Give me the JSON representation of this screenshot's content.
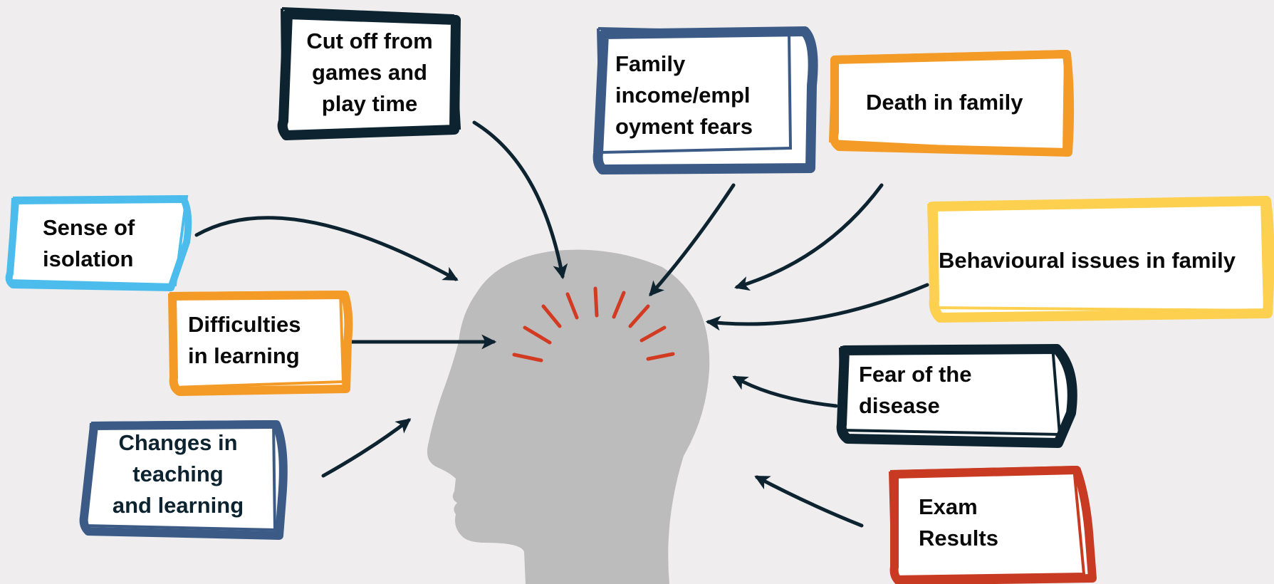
{
  "colors": {
    "background": "#efedee",
    "head": "#bcbcbc",
    "arrow": "#0d2430",
    "stress_lines": "#d23a22",
    "navy": "#0d2430",
    "blue": "#3b5b86",
    "orange": "#f49b27",
    "light_blue": "#4cbcec",
    "yellow": "#fdd04f",
    "red": "#c83a22"
  },
  "head": {
    "icon": "human-head-silhouette-icon"
  },
  "boxes": [
    {
      "id": "cut-off",
      "lines": [
        "Cut off from",
        "games and",
        "play time"
      ],
      "color": "navy"
    },
    {
      "id": "family-income",
      "lines": [
        "Family",
        "income/empl",
        "oyment fears"
      ],
      "color": "blue"
    },
    {
      "id": "death",
      "lines": [
        "Death in family"
      ],
      "color": "orange"
    },
    {
      "id": "isolation",
      "lines": [
        "Sense of",
        "isolation"
      ],
      "color": "light_blue"
    },
    {
      "id": "behavioural",
      "lines": [
        "Behavioural issues in family"
      ],
      "color": "yellow"
    },
    {
      "id": "difficulties",
      "lines": [
        "Difficulties",
        "in learning"
      ],
      "color": "orange"
    },
    {
      "id": "fear",
      "lines": [
        "Fear of the",
        "disease"
      ],
      "color": "navy"
    },
    {
      "id": "changes",
      "lines": [
        "Changes in",
        "teaching",
        "and learning"
      ],
      "color": "blue"
    },
    {
      "id": "exam",
      "lines": [
        "Exam",
        "Results"
      ],
      "color": "red"
    }
  ]
}
